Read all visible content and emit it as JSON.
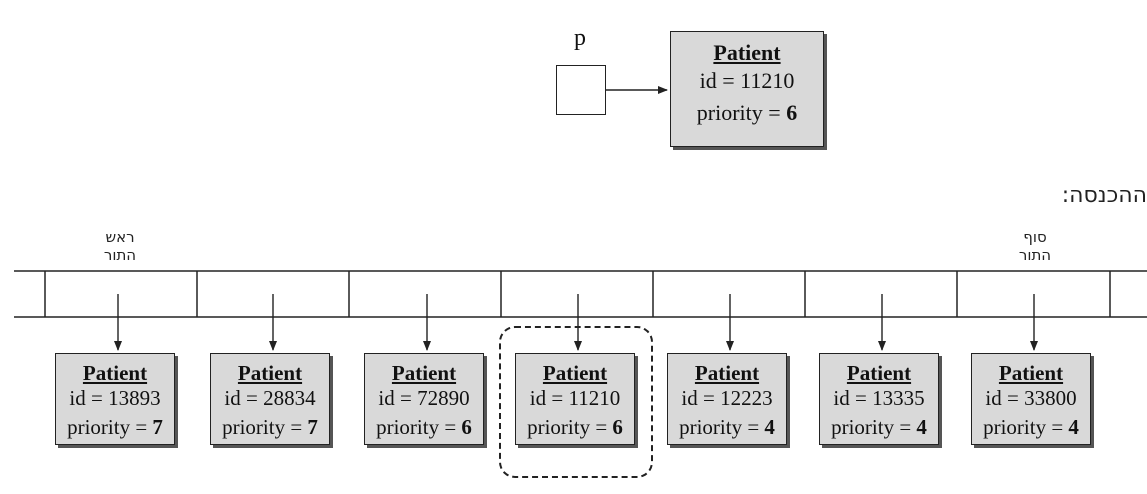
{
  "pointer": {
    "label": "p"
  },
  "pointed_patient": {
    "title": "Patient",
    "id_prefix": "id = ",
    "id": "11210",
    "priority_prefix": "priority = ",
    "priority": "6"
  },
  "caption": "ההכנסה:",
  "queue_head": {
    "line1": "ראש",
    "line2": "התור"
  },
  "queue_tail": {
    "line1": "סוף",
    "line2": "התור"
  },
  "queue_patients": [
    {
      "title": "Patient",
      "id_prefix": "id = ",
      "id": "13893",
      "priority_prefix": "priority = ",
      "priority": "7"
    },
    {
      "title": "Patient",
      "id_prefix": "id = ",
      "id": "28834",
      "priority_prefix": "priority = ",
      "priority": "7"
    },
    {
      "title": "Patient",
      "id_prefix": "id = ",
      "id": "72890",
      "priority_prefix": "priority = ",
      "priority": "6"
    },
    {
      "title": "Patient",
      "id_prefix": "id = ",
      "id": "11210",
      "priority_prefix": "priority = ",
      "priority": "6"
    },
    {
      "title": "Patient",
      "id_prefix": "id = ",
      "id": "12223",
      "priority_prefix": "priority = ",
      "priority": "4"
    },
    {
      "title": "Patient",
      "id_prefix": "id = ",
      "id": "13335",
      "priority_prefix": "priority = ",
      "priority": "4"
    },
    {
      "title": "Patient",
      "id_prefix": "id = ",
      "id": "33800",
      "priority_prefix": "priority = ",
      "priority": "4"
    }
  ]
}
